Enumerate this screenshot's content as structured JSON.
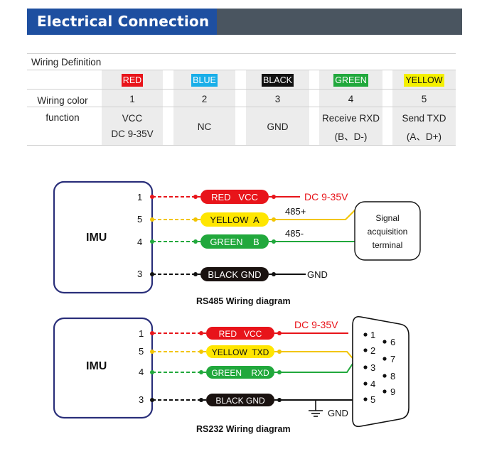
{
  "header": {
    "title": "Electrical Connection",
    "accent": "#1e4fa0",
    "bar": "#4a5560"
  },
  "table": {
    "caption": "Wiring Definition",
    "row_label_1": "Wiring color",
    "row_label_2": "function",
    "colors": [
      {
        "name": "RED",
        "bg": "#e8141a",
        "fg": "#ffffff"
      },
      {
        "name": "BLUE",
        "bg": "#19aee8",
        "fg": "#ffffff"
      },
      {
        "name": "BLACK",
        "bg": "#111111",
        "fg": "#ffffff"
      },
      {
        "name": "GREEN",
        "bg": "#21a83c",
        "fg": "#ffffff"
      },
      {
        "name": "YELLOW",
        "bg": "#f4f000",
        "fg": "#111111"
      }
    ],
    "numbers": [
      "1",
      "2",
      "3",
      "4",
      "5"
    ],
    "functions": [
      [
        "VCC",
        "DC 9-35V"
      ],
      [
        "NC"
      ],
      [
        "GND"
      ],
      [
        "Receive RXD",
        "(B、D-)"
      ],
      [
        "Send TXD",
        "(A、D+)"
      ]
    ]
  },
  "rs485": {
    "imu_label": "IMU",
    "pins": [
      "1",
      "5",
      "4",
      "3"
    ],
    "wires": [
      "RED   VCC",
      "YELLOW  A",
      "GREEN    B",
      "BLACK GND"
    ],
    "dc_label": "DC 9-35V",
    "p485": "485+",
    "m485": "485-",
    "gnd": "GND",
    "terminal": [
      "Signal",
      "acquisition",
      "terminal"
    ],
    "caption": "RS485 Wiring diagram"
  },
  "rs232": {
    "imu_label": "IMU",
    "pins": [
      "1",
      "5",
      "4",
      "3"
    ],
    "wires": [
      "RED   VCC",
      "YELLOW  TXD",
      "GREEN    RXD",
      "BLACK GND"
    ],
    "dc_label": "DC 9-35V",
    "gnd": "GND",
    "db9_pins": [
      "1",
      "2",
      "3",
      "4",
      "5",
      "6",
      "7",
      "8",
      "9"
    ],
    "caption": "RS232 Wiring diagram"
  }
}
